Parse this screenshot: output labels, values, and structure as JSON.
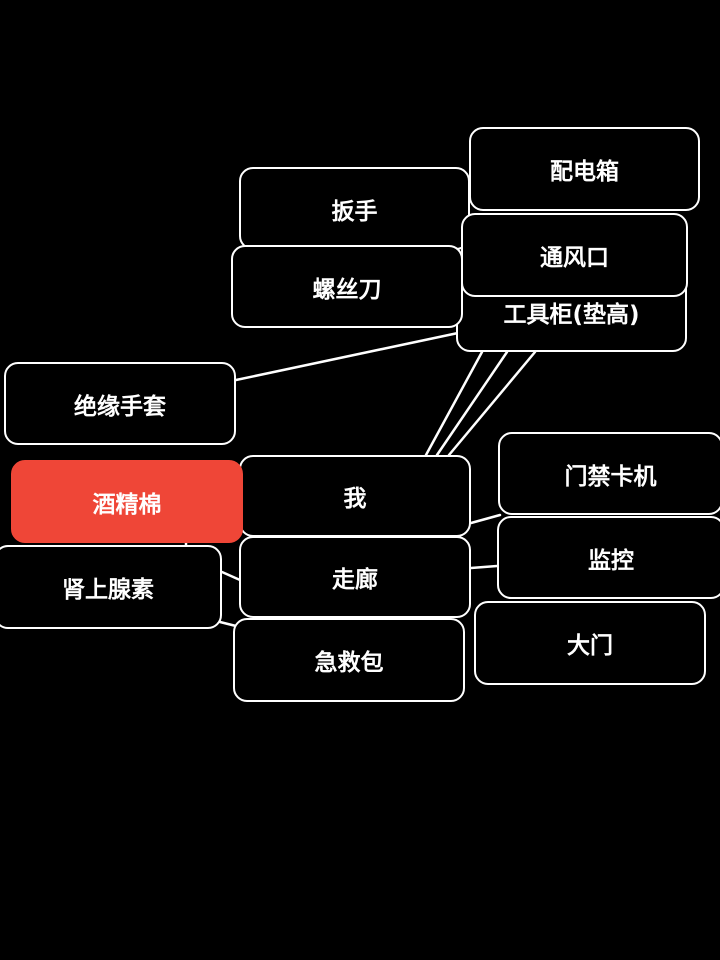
{
  "theme": {
    "background": "#000000",
    "node_border": "#ffffff",
    "node_text": "#ffffff",
    "selected_fill": "#ef4637"
  },
  "nodes": {
    "peidianxiang": "配电箱",
    "banshou": "扳手",
    "tongfengkou": "通风口",
    "gongjugui": "工具柜(垫高)",
    "luosidao": "螺丝刀",
    "jueyuan_shoutao": "绝缘手套",
    "wo": "我",
    "menjin_kaji": "门禁卡机",
    "jiujing_mian": "酒精棉",
    "jiankong": "监控",
    "zoulang": "走廊",
    "shenshangxiansu": "肾上腺素",
    "damen": "大门",
    "jijiubao": "急救包"
  },
  "selected_node": "jiujing_mian"
}
